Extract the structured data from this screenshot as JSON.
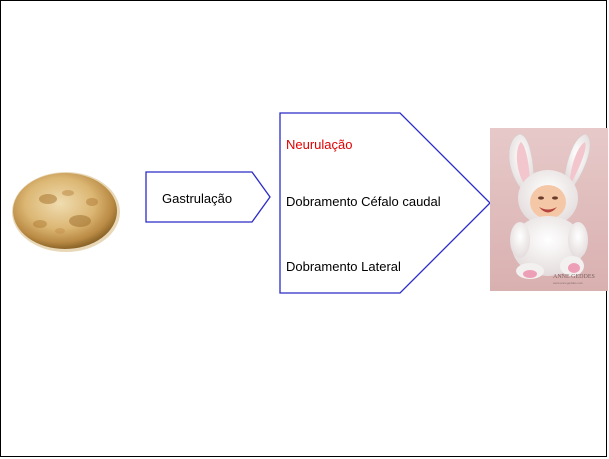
{
  "stage_1": {
    "label": "Gastrulação"
  },
  "stage_2": {
    "items": [
      {
        "label": "Neurulação",
        "color": "#e00000"
      },
      {
        "label": "Dobramento Céfalo caudal",
        "color": "#000000"
      },
      {
        "label": "Dobramento Lateral",
        "color": "#000000"
      }
    ]
  },
  "photo": {
    "caption": "ANNE GEDDES",
    "subcaption": "www.annegeddes.com"
  },
  "colors": {
    "arrow_border": "#2b2bc8",
    "highlight": "#e00000"
  }
}
